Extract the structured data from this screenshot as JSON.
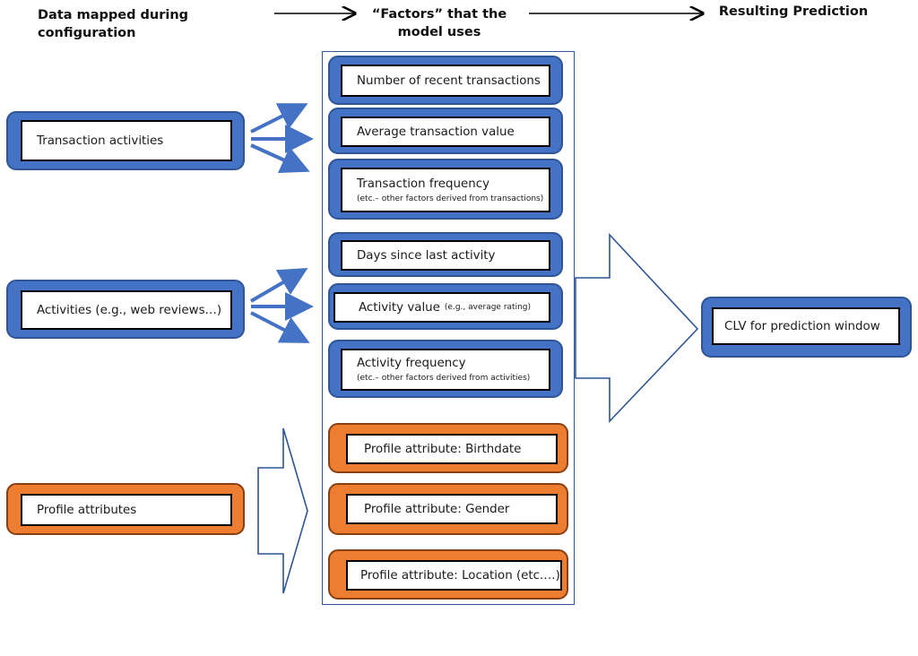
{
  "headers": {
    "data_mapped": "Data mapped during configuration",
    "factors": "“Factors” that the model uses",
    "prediction": "Resulting Prediction"
  },
  "sources": {
    "transaction": "Transaction activities",
    "activities": "Activities (e.g., web reviews…)",
    "profile": "Profile attributes"
  },
  "factors": {
    "recent_transactions": "Number of recent transactions",
    "avg_transaction_value": "Average transaction value",
    "transaction_frequency": "Transaction frequency",
    "transaction_frequency_note": "(etc.– other factors derived from transactions)",
    "days_since_last": "Days since last activity",
    "activity_value": "Activity value",
    "activity_value_note": "(e.g., average rating)",
    "activity_frequency": "Activity frequency",
    "activity_frequency_note": "(etc.– other factors derived from activities)",
    "profile_birthdate": "Profile attribute: Birthdate",
    "profile_gender": "Profile attribute: Gender",
    "profile_location": "Profile attribute: Location (etc.…)"
  },
  "result": {
    "clv": "CLV for prediction window"
  },
  "colors": {
    "blue_fill": "#4472C4",
    "blue_border": "#2F5597",
    "orange_fill": "#ED7D31",
    "arrow_outline": "#2F5597",
    "arrow_blue": "#4472C4"
  }
}
